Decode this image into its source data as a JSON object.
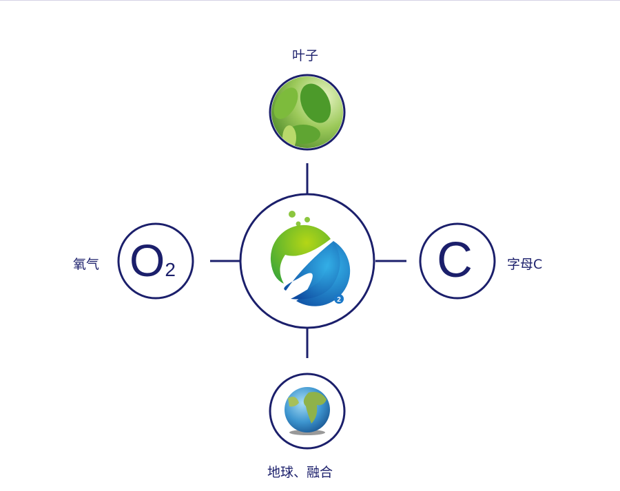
{
  "nodes": {
    "top": {
      "label": "叶子",
      "icon": "leaf-photo"
    },
    "left": {
      "label": "氧气",
      "symbol": "O",
      "subscript": "2"
    },
    "right": {
      "label": "字母C",
      "symbol": "C"
    },
    "bottom": {
      "label": "地球、融合",
      "icon": "earth-globe"
    },
    "center": {
      "icon": "o2-logo",
      "badge": "2"
    }
  },
  "colors": {
    "stroke": "#1b1f6b",
    "green": "#7cc22e",
    "blue": "#1a6fc0"
  }
}
